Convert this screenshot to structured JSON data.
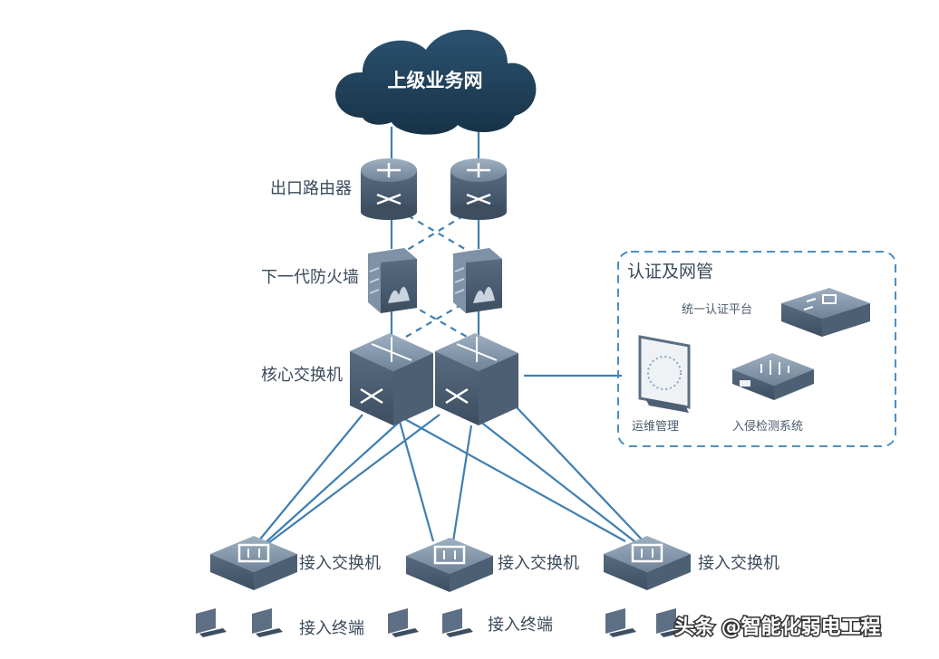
{
  "cloud": {
    "label": "上级业务网"
  },
  "tiers": {
    "router": "出口路由器",
    "firewall": "下一代防火墙",
    "core": "核心交换机"
  },
  "mgmt": {
    "title": "认证及网管",
    "auth_platform": "统一认证平台",
    "ops": "运维管理",
    "ids": "入侵检测系统"
  },
  "access": {
    "switch_labels": [
      "接入交换机",
      "接入交换机",
      "接入交换机"
    ],
    "terminal_labels": [
      "接入终端",
      "接入终端"
    ]
  },
  "watermark": "头条 @智能化弱电工程",
  "colors": {
    "line": "#3f7fb1",
    "device": "#5d6f84",
    "cloud": "#1f3d55",
    "dash": "#4a8fc4"
  }
}
